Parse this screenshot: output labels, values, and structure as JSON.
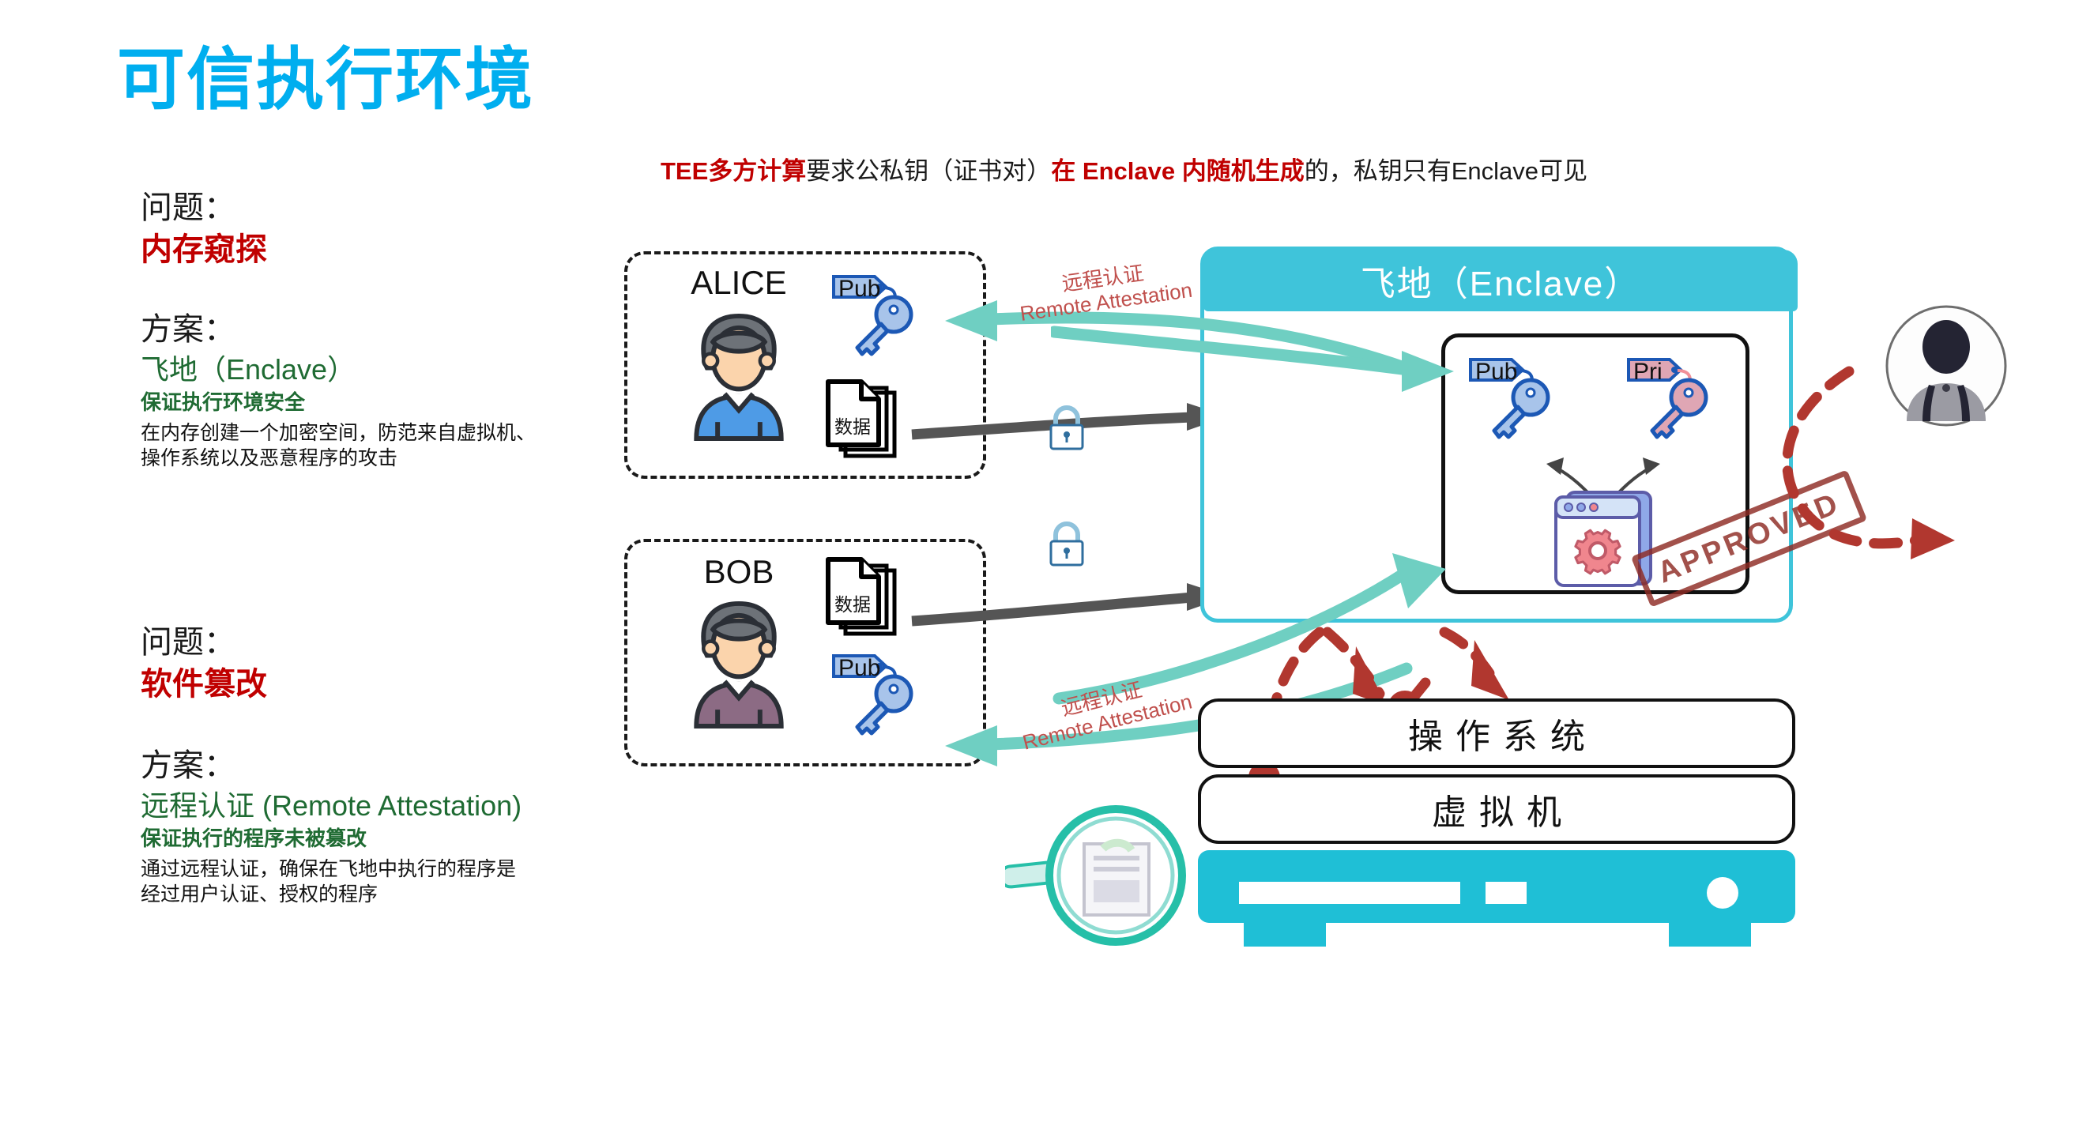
{
  "page": {
    "title": "可信执行环境",
    "title_color": "#00AEEF"
  },
  "headline": {
    "seg1": "TEE多方计算",
    "seg2": "要求公私钥（证书对）",
    "seg3": "在 Enclave 内随机生成",
    "seg4": "的，私钥只有Enclave可见"
  },
  "sidebar": {
    "blocks": [
      {
        "problem_label": "问题：",
        "problem_value": "内存窥探",
        "solution_label": "方案：",
        "solution_title": "飞地（Enclave）",
        "solution_subtitle": "保证执行环境安全",
        "solution_desc_line1": "在内存创建一个加密空间，防范来自虚拟机、",
        "solution_desc_line2": "操作系统以及恶意程序的攻击"
      },
      {
        "problem_label": "问题：",
        "problem_value": "软件篡改",
        "solution_label": "方案：",
        "solution_title": "远程认证 (Remote Attestation)",
        "solution_subtitle": "保证执行的程序未被篡改",
        "solution_desc_line1": "通过远程认证，确保在飞地中执行的程序是",
        "solution_desc_line2": "经过用户认证、授权的程序"
      }
    ]
  },
  "diagram": {
    "parties": [
      {
        "name": "ALICE",
        "key_tag": "Pub",
        "data_label": "数据"
      },
      {
        "name": "BOB",
        "key_tag": "Pub",
        "data_label": "数据"
      }
    ],
    "attestation_top": {
      "cn": "远程认证",
      "en": "Remote Attestation"
    },
    "attestation_bottom": {
      "cn": "远程认证",
      "en": "Remote Attestation"
    },
    "enclave": {
      "header": "飞地（Enclave）",
      "pub_key_tag": "Pub",
      "pri_key_tag": "Pri",
      "stamp": "APPROVED"
    },
    "transit_data": [
      {
        "label": "数据"
      },
      {
        "label": "数据"
      }
    ],
    "stack": [
      {
        "label": "操作系统"
      },
      {
        "label": "虚拟机"
      }
    ],
    "colors": {
      "enclave_cyan": "#3FC4DA",
      "attestation_teal": "#6FCFC2",
      "attack_red": "#B1372F",
      "data_arrow_gray": "#555555",
      "problem_red": "#C00000",
      "solution_green": "#1F6B33"
    }
  }
}
